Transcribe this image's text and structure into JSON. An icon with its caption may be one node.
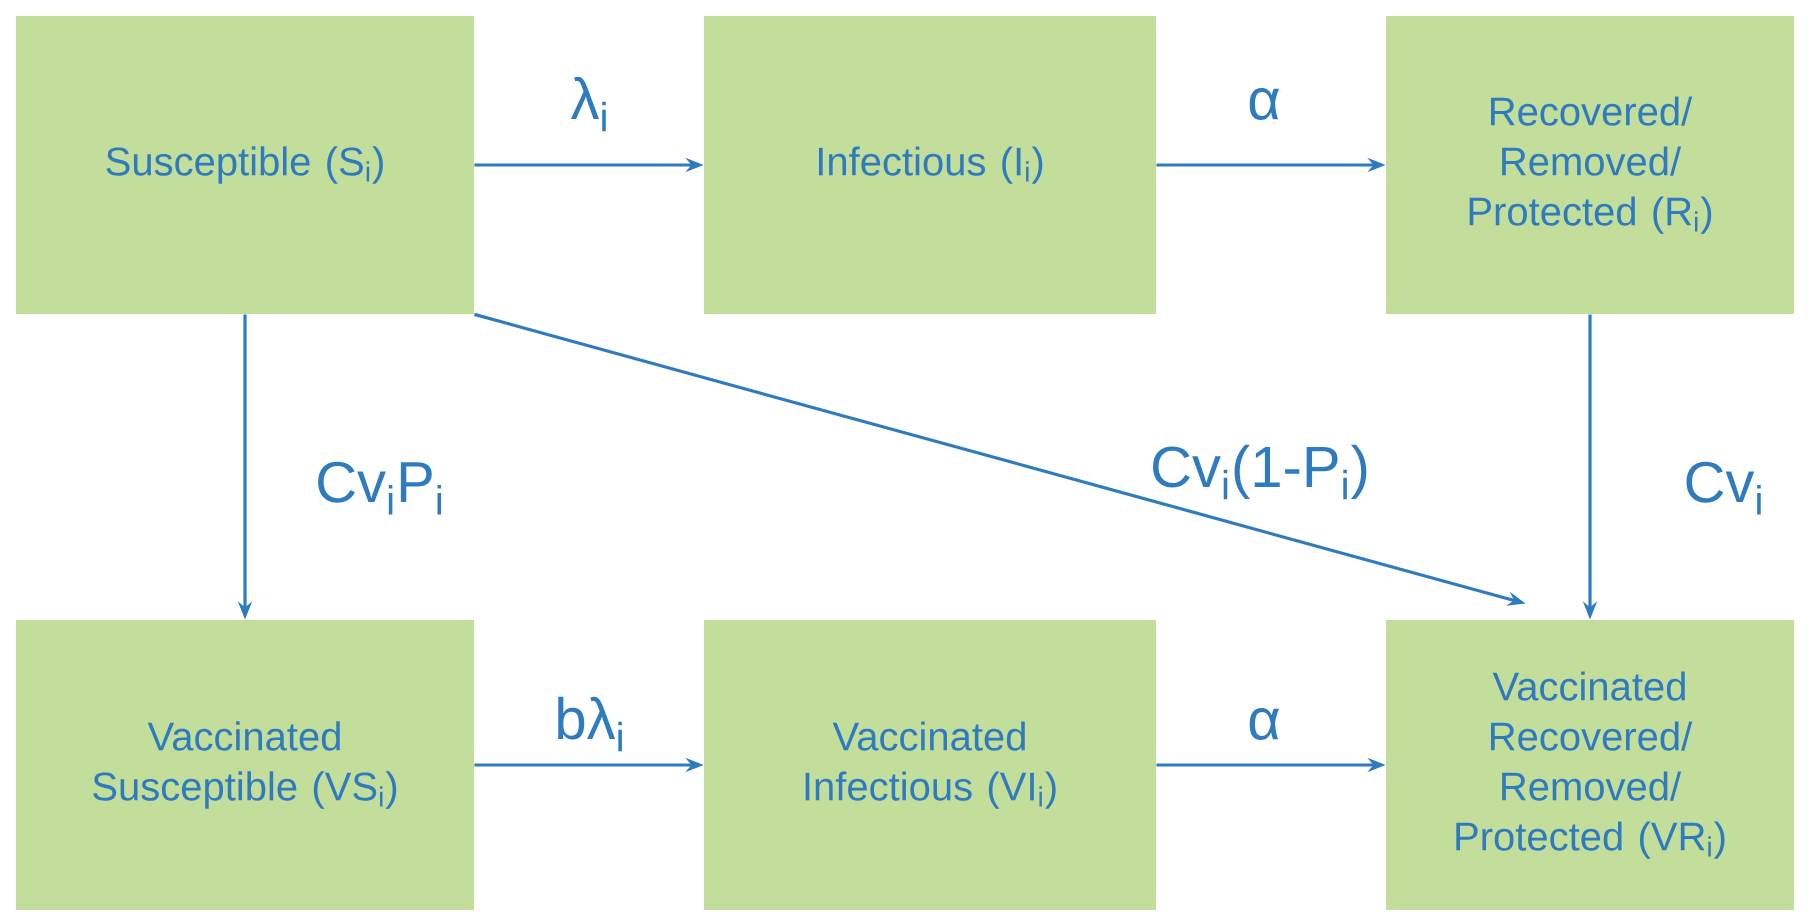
{
  "diagram": {
    "nodes": [
      {
        "text": [
          "Susceptible (S$_{i}$)"
        ]
      },
      {
        "text": [
          "Infectious (I$_{i}$)"
        ]
      },
      {
        "text": [
          "Recovered/ Removed/ Protected (R$_{i}$)"
        ]
      },
      {
        "text": [
          "Vaccinated Susceptible (VS$_{i}$)"
        ]
      },
      {
        "text": [
          "Vaccinated Infectious (VI$_{i}$)"
        ]
      },
      {
        "text": [
          "Vaccinated Recovered/ Removed/ Protected (VR$_{i}$)"
        ]
      }
    ],
    "edges": [
      {
        "from": 0,
        "to": 1,
        "arrow": "to",
        "label": "λ$_{i}$"
      },
      {
        "from": 1,
        "to": 2,
        "arrow": "to",
        "label": "α"
      },
      {
        "from": 0,
        "to": 3,
        "arrow": "to",
        "label": "Cv$_{i}$P$_{i}$"
      },
      {
        "from": 0,
        "to": 5,
        "arrow": "to",
        "label": "Cv$_{i}$(1-P$_{i}$)"
      },
      {
        "from": 2,
        "to": 5,
        "arrow": "to",
        "label": "Cv$_{i}$"
      },
      {
        "from": 3,
        "to": 4,
        "arrow": "to",
        "label": "bλ$_{i}$"
      },
      {
        "from": 4,
        "to": 5,
        "arrow": "to",
        "label": "α"
      }
    ]
  }
}
